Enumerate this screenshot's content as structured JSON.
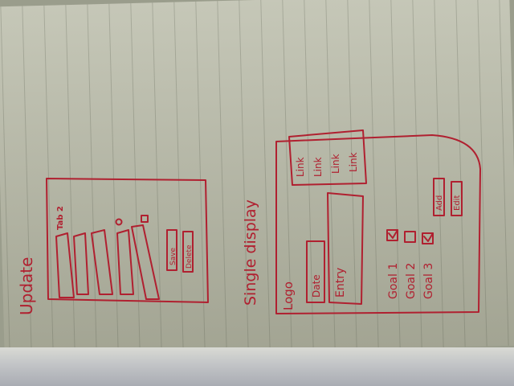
{
  "update_sketch": {
    "heading": "Update",
    "tab_label": "Tab 2",
    "buttons": [
      "Save",
      "Delete"
    ]
  },
  "single_display_sketch": {
    "heading": "Single display",
    "logo_label": "Logo",
    "nav_links": [
      "Link",
      "Link",
      "Link",
      "Link"
    ],
    "date_field": "Date",
    "entry_label": "Entry",
    "goals": [
      {
        "label": "Goal 1",
        "checked": true
      },
      {
        "label": "Goal 2",
        "checked": false
      },
      {
        "label": "Goal 3",
        "checked": true
      }
    ],
    "buttons": [
      "Add",
      "Edit"
    ]
  },
  "ink_color": "#b02030"
}
